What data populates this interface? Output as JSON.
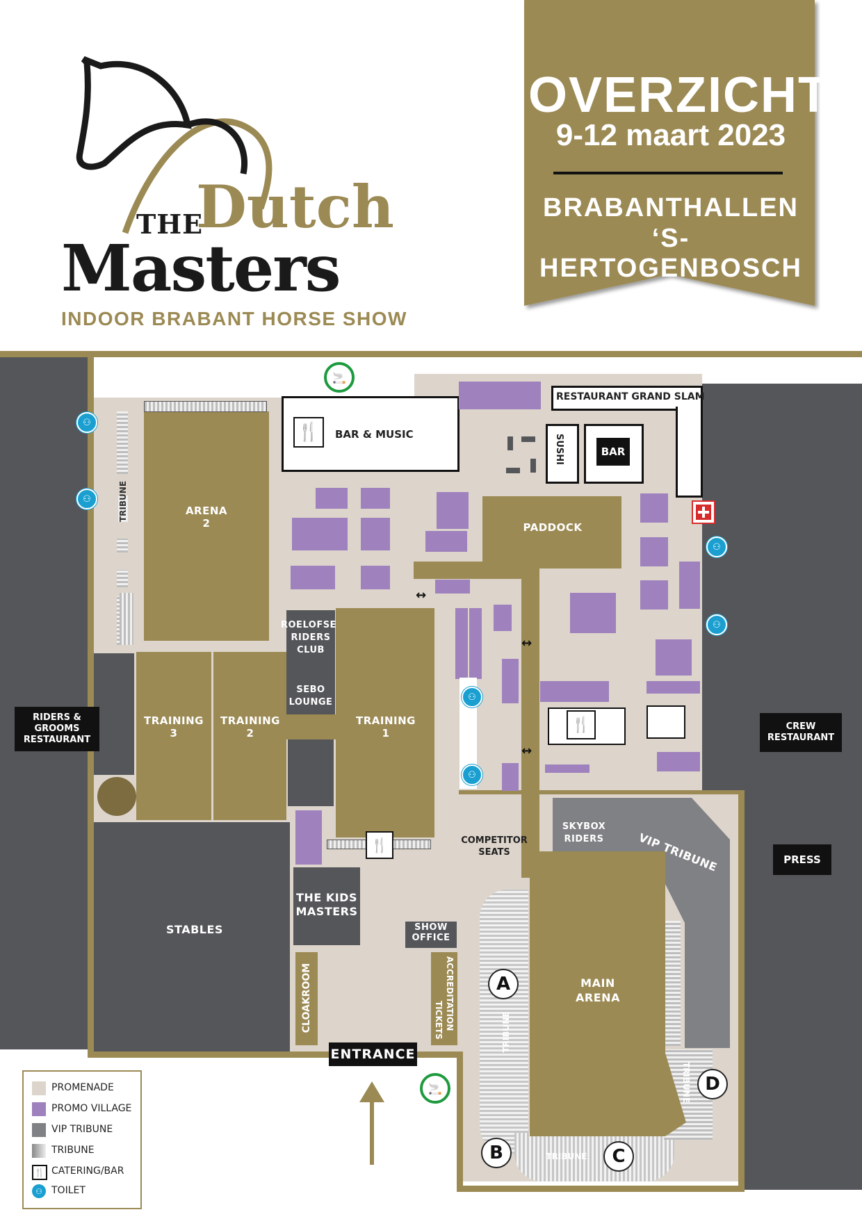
{
  "logo": {
    "the": "THE",
    "dutch": "Dutch",
    "masters": "Masters",
    "tagline": "INDOOR BRABANT HORSE SHOW"
  },
  "banner": {
    "title": "OVERZICHT",
    "dates": "9-12 maart 2023",
    "venue_line1": "BRABANTHALLEN",
    "venue_line2": "‘S-HERTOGENBOSCH"
  },
  "colors": {
    "gold": "#9c8a54",
    "promenade": "#ddd5cc",
    "promo_village": "#9e81bd",
    "vip_tribune": "#808184",
    "dark_gray": "#55565a",
    "toilet": "#1a9fd0"
  },
  "labels": {
    "bar_music": "BAR & MUSIC",
    "restaurant_grand_slam": "RESTAURANT GRAND SLAM",
    "sushi": "SUSHI",
    "bar": "BAR",
    "paddock": "PADDOCK",
    "arena2_l1": "ARENA",
    "arena2_l2": "2",
    "tribune": "TRIBUNE",
    "roelofsen_l1": "ROELOFSEN",
    "roelofsen_l2": "RIDERS",
    "roelofsen_l3": "CLUB",
    "sebo_l1": "SEBO",
    "sebo_l2": "LOUNGE",
    "training_word": "TRAINING",
    "training3_num": "3",
    "training2_num": "2",
    "training1_num": "1",
    "riders_grooms_l1": "RIDERS &",
    "riders_grooms_l2": "GROOMS",
    "riders_grooms_l3": "RESTAURANT",
    "crew_l1": "CREW",
    "crew_l2": "RESTAURANT",
    "press": "PRESS",
    "stables": "STABLES",
    "kids_l1": "THE KIDS",
    "kids_l2": "MASTERS",
    "show_l1": "SHOW",
    "show_l2": "OFFICE",
    "cloakroom": "CLOAKROOM",
    "accreditation": "ACCREDITATION",
    "tickets": "TICKETS",
    "entrance": "ENTRANCE",
    "competitor_l1": "COMPETITOR",
    "competitor_l2": "SEATS",
    "skybox_l1": "SKYBOX",
    "skybox_l2": "RIDERS",
    "vip_tribune": "VIP TRIBUNE",
    "main_arena_l1": "MAIN",
    "main_arena_l2": "ARENA",
    "a": "A",
    "b": "B",
    "c": "C",
    "d": "D"
  },
  "legend": [
    {
      "label": "PROMENADE",
      "icon": "promenade-swatch"
    },
    {
      "label": "PROMO VILLAGE",
      "icon": "promo-swatch"
    },
    {
      "label": "VIP TRIBUNE",
      "icon": "vip-swatch"
    },
    {
      "label": "TRIBUNE",
      "icon": "tribune-swatch"
    },
    {
      "label": "CATERING/BAR",
      "icon": "catering-icon"
    },
    {
      "label": "TOILET",
      "icon": "toilet-icon"
    }
  ]
}
